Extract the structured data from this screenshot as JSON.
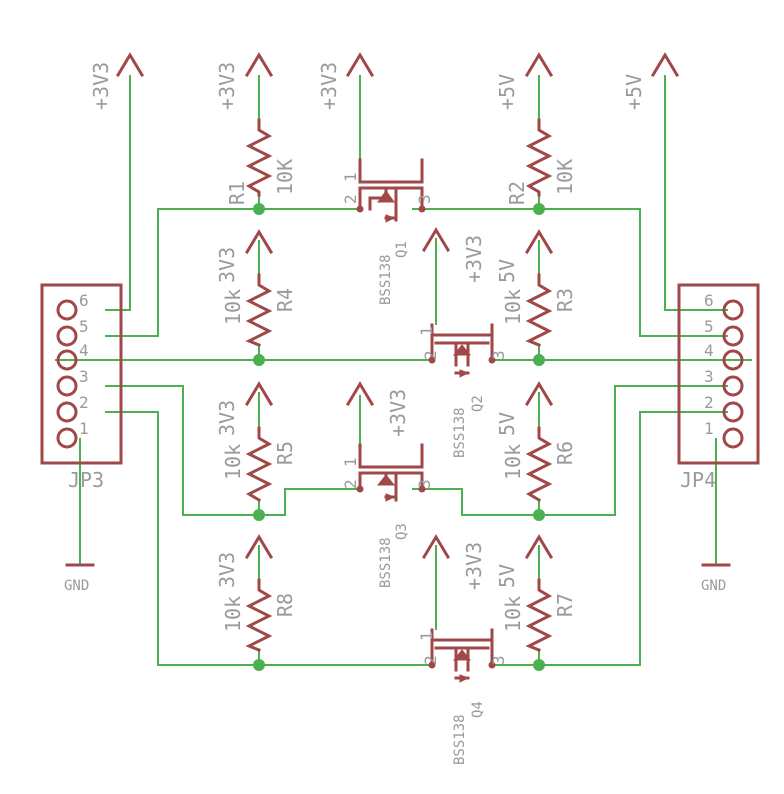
{
  "colors": {
    "wire": "#4caf50",
    "symbol": "#a04848",
    "text": "#9a9a9a",
    "junction": "#4caf50"
  },
  "connectors": {
    "left": {
      "name": "JP3",
      "pins": [
        "6",
        "5",
        "4",
        "3",
        "2",
        "1"
      ],
      "ground_label": "GND"
    },
    "right": {
      "name": "JP4",
      "pins": [
        "6",
        "5",
        "4",
        "3",
        "2",
        "1"
      ],
      "ground_label": "GND"
    }
  },
  "rails": {
    "jp3_supply": "+3V3",
    "r1_supply": "+3V3",
    "q1_supply": "+3V3",
    "r2_supply": "+5V",
    "jp4_supply": "+5V",
    "r4_supply": "3V3",
    "q2_supply": "+3V3",
    "r3_supply": "5V",
    "r5_supply": "3V3",
    "q3_supply": "+3V3",
    "r6_supply": "5V",
    "r8_supply": "3V3",
    "q4_supply": "+3V3",
    "r7_supply": "5V"
  },
  "resistors": [
    {
      "name": "R1",
      "value": "10K"
    },
    {
      "name": "R2",
      "value": "10K"
    },
    {
      "name": "R4",
      "value": "10k"
    },
    {
      "name": "R3",
      "value": "10k"
    },
    {
      "name": "R5",
      "value": "10k"
    },
    {
      "name": "R6",
      "value": "10k"
    },
    {
      "name": "R8",
      "value": "10k"
    },
    {
      "name": "R7",
      "value": "10k"
    }
  ],
  "transistors": [
    {
      "name": "Q1",
      "part": "BSS138",
      "pin_labels": [
        "2",
        "1",
        "3"
      ]
    },
    {
      "name": "Q2",
      "part": "BSS138",
      "pin_labels": [
        "2",
        "1",
        "3"
      ]
    },
    {
      "name": "Q3",
      "part": "BSS138",
      "pin_labels": [
        "2",
        "1",
        "3"
      ]
    },
    {
      "name": "Q4",
      "part": "BSS138",
      "pin_labels": [
        "2",
        "1",
        "3"
      ]
    }
  ]
}
